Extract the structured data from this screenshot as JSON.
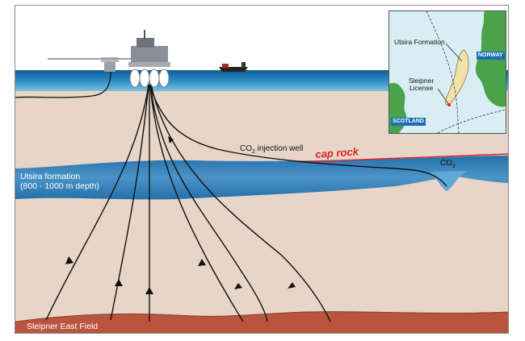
{
  "labels": {
    "co2_injection_well_prefix": "CO",
    "co2_injection_well_sub": "2",
    "co2_injection_well_suffix": " injection well",
    "cap_rock": "cap rock",
    "co2_plume_prefix": "CO",
    "co2_plume_sub": "2",
    "utsira_formation": "Utsira formation",
    "utsira_depth": "(800 - 1000 m depth)",
    "sleipner_east_field": "Sleipner East Field"
  },
  "inset_map": {
    "utsira_formation": "Utsira Formation",
    "sleipner_license_line1": "Sleipner",
    "sleipner_license_line2": "License",
    "norway": "NORWAY",
    "scotland": "SCOTLAND"
  },
  "colors": {
    "sky": "#ffffff",
    "sea": "#1e78ae",
    "seabed": "#e7d6c8",
    "utsira_band": "#2f7fb8",
    "reservoir": "#b9553f",
    "cap_rock_line": "#e02020",
    "well_line": "#111111",
    "platform": "#8a9098"
  }
}
